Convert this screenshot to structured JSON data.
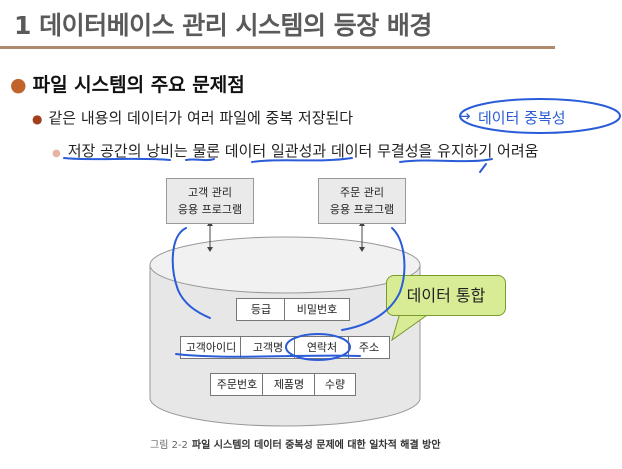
{
  "slide": {
    "title": "1 데이터베이스 관리 시스템의 등장 배경",
    "bullet_level1": "파일 시스템의 주요 문제점",
    "bullet_level2": "같은 내용의 데이터가 여러 파일에 중복 저장된다",
    "bullet_level3": "저장 공간의 낭비는 물론 데이터 일관성과 데이터 무결성을 유지하기 어려움"
  },
  "annotation": {
    "arrow": "→",
    "text": "데이터 중복성"
  },
  "figure": {
    "app_customer_line1": "고객 관리",
    "app_customer_line2": "응용 프로그램",
    "app_order_line1": "주문 관리",
    "app_order_line2": "응용 프로그램",
    "row1": [
      "등급",
      "비밀번호"
    ],
    "row2": [
      "고객아이디",
      "고객명",
      "연락처",
      "주소"
    ],
    "row3": [
      "주문번호",
      "제품명",
      "수량"
    ],
    "callout": "데이터 통합",
    "caption_number": "그림 2-2",
    "caption_text": "파일 시스템의 데이터 중복성 문제에 대한 일차적 해결 방안"
  },
  "colors": {
    "title": "#5a5a5a",
    "title_rule": "#b08a6a",
    "bullet_orange": "#c0642c",
    "ink_blue": "#2a5cd8",
    "callout_fill": "#d8ec96",
    "cylinder_fill": "#e7e7e7"
  }
}
